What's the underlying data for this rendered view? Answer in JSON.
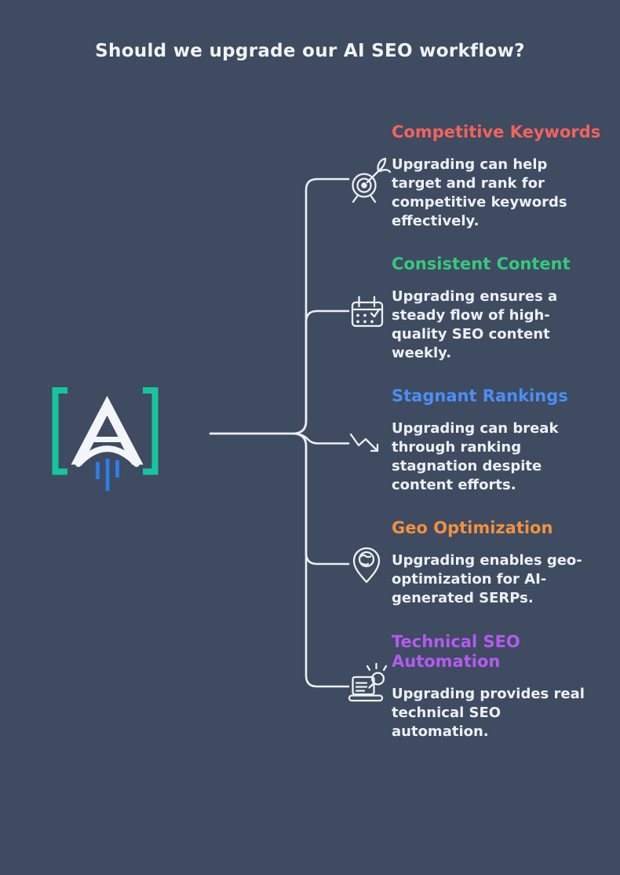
{
  "title": "Should we upgrade our AI SEO workflow?",
  "colors": {
    "background": "#3e4b61",
    "line": "#edeff3",
    "title_text": "#f1f3f6",
    "body_text": "#eef0f4"
  },
  "logo": {
    "name": "bracketed-A-rocket-logo",
    "bracket_color": "#17c59d",
    "mark_color": "#f3f5f8",
    "bars_color": "#2d7ee9"
  },
  "branches": [
    {
      "id": "competitive-keywords",
      "heading": "Competitive Keywords",
      "color": "#f4635a",
      "icon": "target-dart-icon",
      "body": "Upgrading can help\ntarget and rank for\ncompetitive keywords\neffectively."
    },
    {
      "id": "consistent-content",
      "heading": "Consistent Content",
      "color": "#35c97d",
      "icon": "calendar-check-icon",
      "body": "Upgrading ensures a\nsteady flow of high-\nquality SEO content\nweekly."
    },
    {
      "id": "stagnant-rankings",
      "heading": "Stagnant Rankings",
      "color": "#4b8ef5",
      "icon": "declining-trend-icon",
      "body": "Upgrading can break\nthrough ranking\nstagnation despite\ncontent efforts."
    },
    {
      "id": "geo-optimization",
      "heading": "Geo Optimization",
      "color": "#f29140",
      "icon": "map-pin-globe-icon",
      "body": "Upgrading enables geo-\noptimization for AI-\ngenerated SERPs."
    },
    {
      "id": "technical-seo-automation",
      "heading": "Technical SEO\nAutomation",
      "color": "#b55af0",
      "icon": "laptop-search-icon",
      "body": "Upgrading provides real\ntechnical SEO\nautomation."
    }
  ]
}
